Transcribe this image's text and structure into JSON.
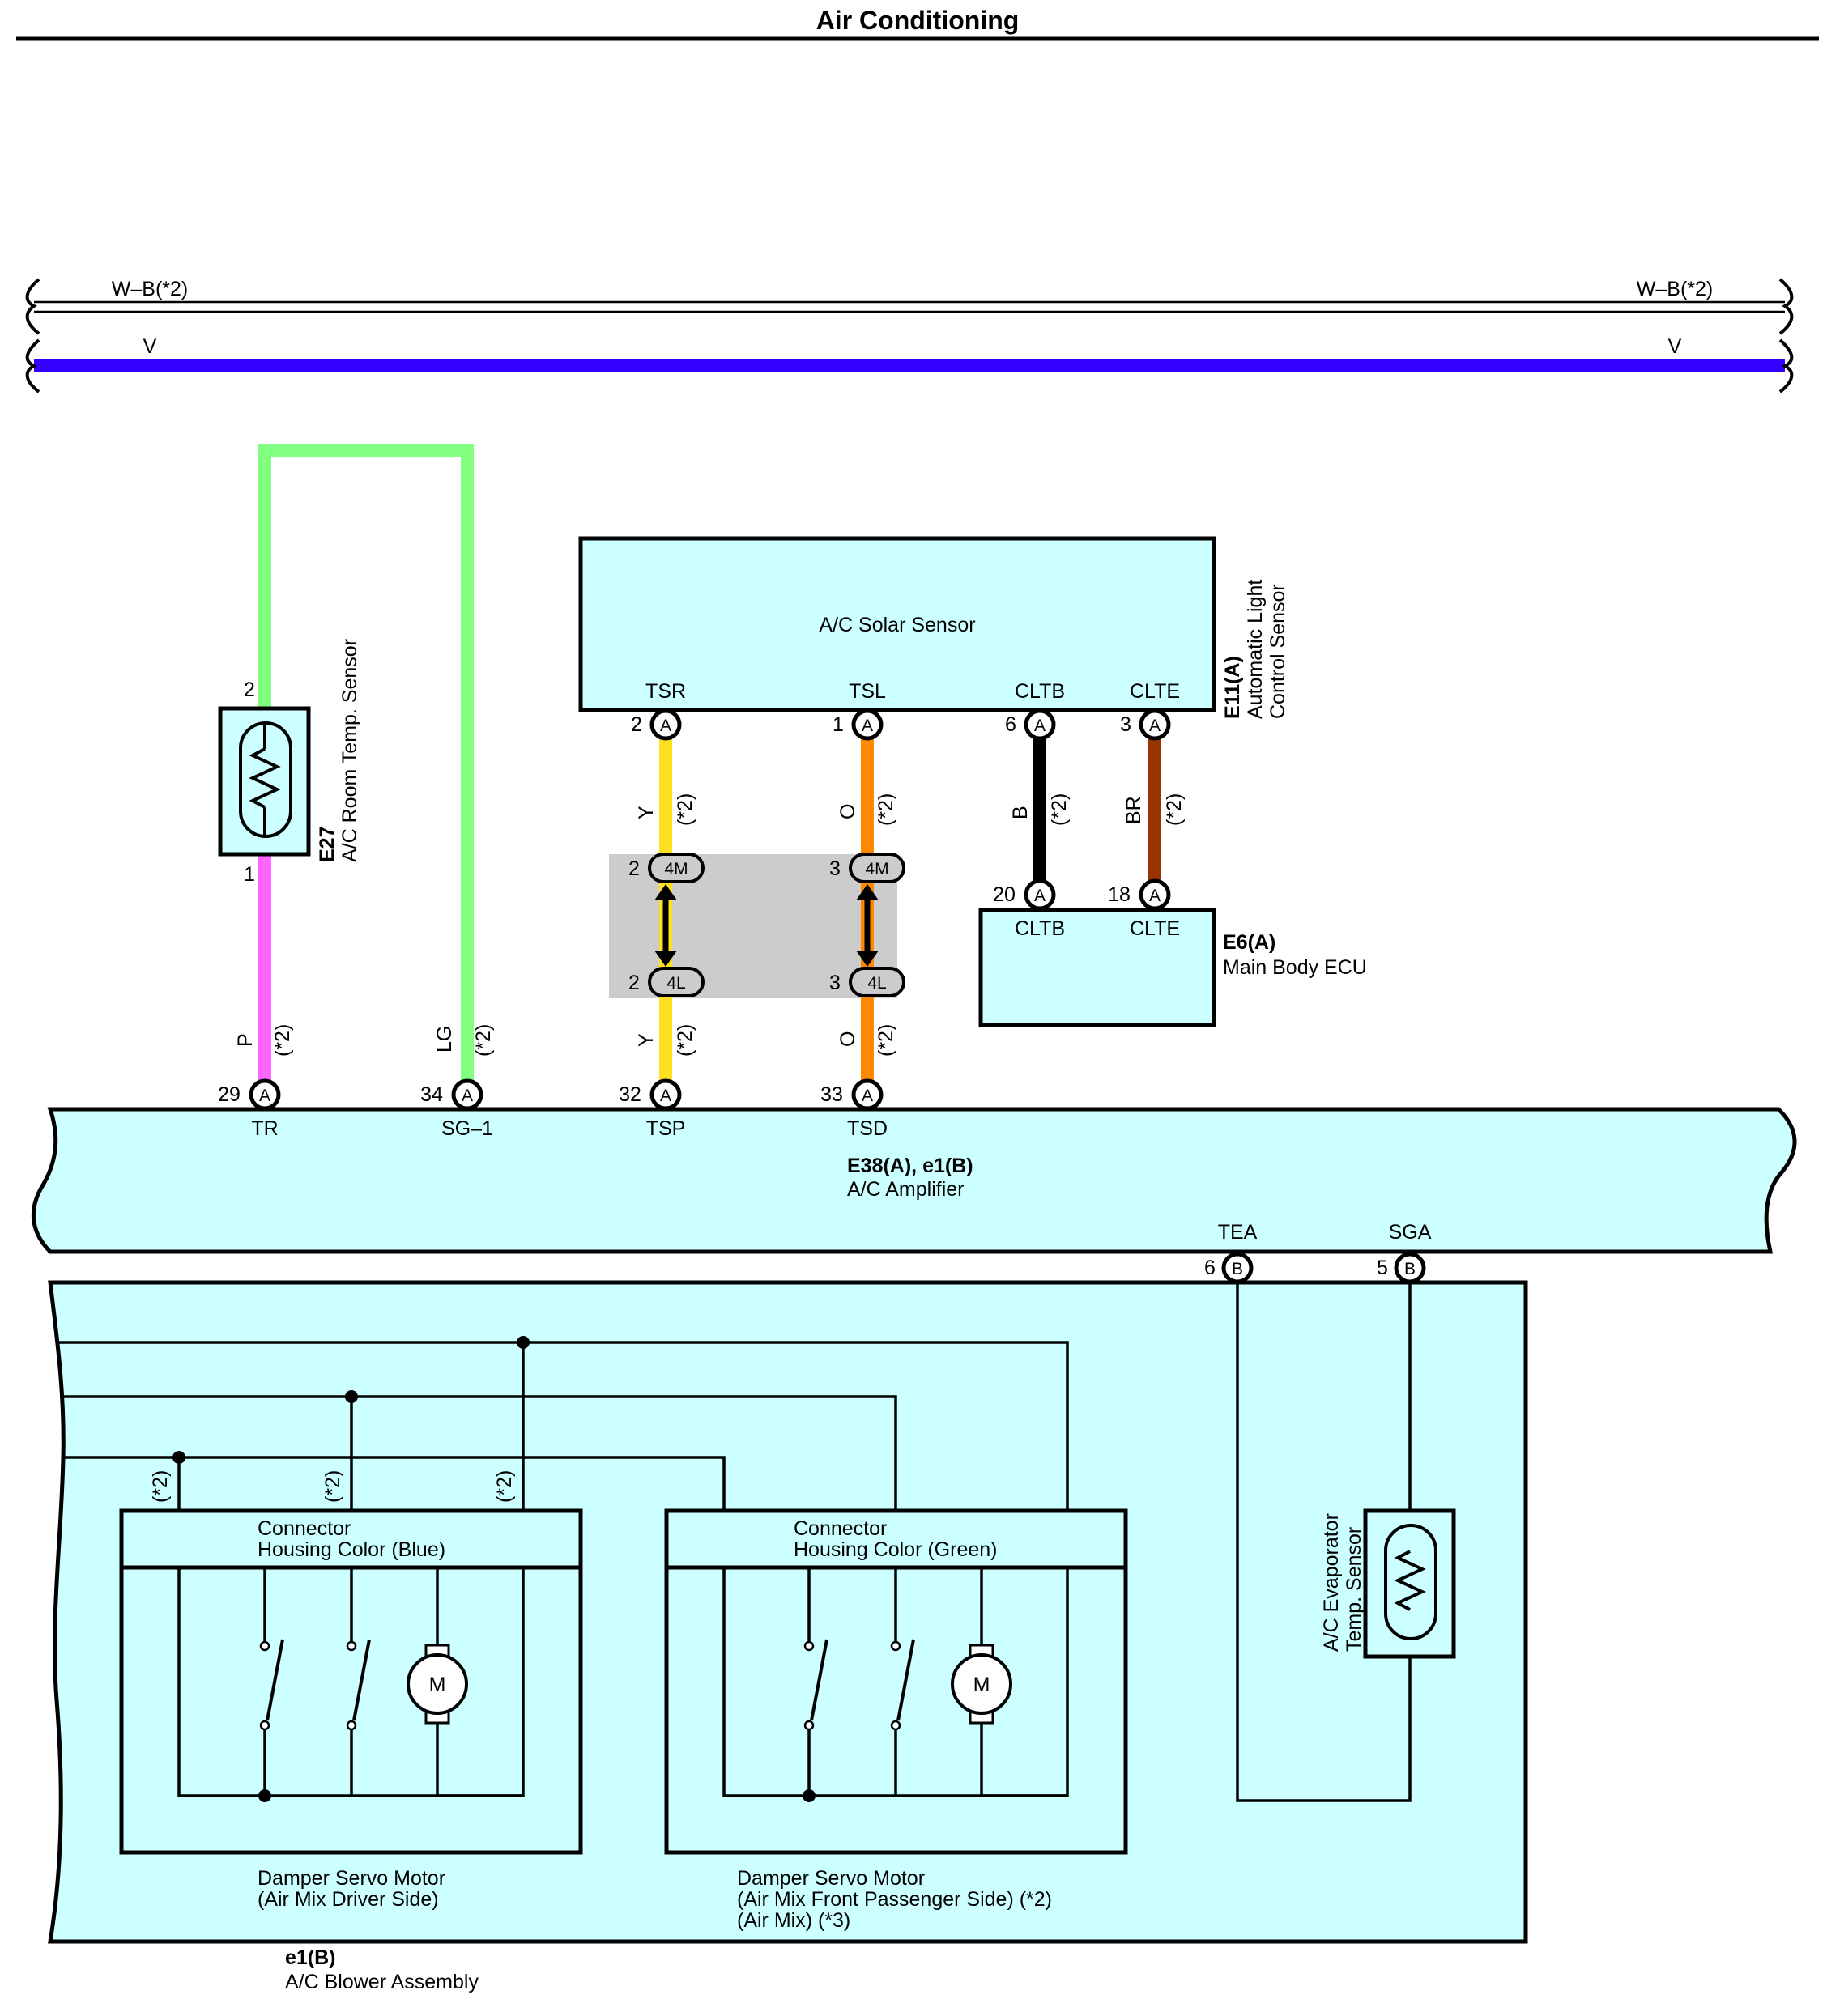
{
  "title": "Air Conditioning",
  "colors": {
    "component_fill": "#ccffff",
    "wire_V": "#3300ff",
    "wire_LG": "#80ff80",
    "wire_P": "#ff66ff",
    "wire_Y": "#ffe020",
    "wire_O": "#ff8800",
    "wire_B": "#000000",
    "wire_BR": "#993300",
    "junction_fill": "#cccccc"
  },
  "buses": {
    "wb_left": "W–B(*2)",
    "wb_right": "W–B(*2)",
    "v_left": "V",
    "v_right": "V"
  },
  "room_sensor": {
    "code": "E27",
    "name": "A/C Room Temp.  Sensor",
    "pin_top": "2",
    "pin_bottom": "1"
  },
  "solar_sensor": {
    "code": "E11(A)",
    "name": "A/C Solar Sensor",
    "subname_line1": "Automatic Light",
    "subname_line2": "Control Sensor",
    "terminals": [
      "TSR",
      "TSL",
      "CLTB",
      "CLTE"
    ],
    "pins": [
      "2",
      "1",
      "6",
      "3"
    ]
  },
  "main_body_ecu": {
    "code": "E6(A)",
    "name": "Main Body ECU",
    "terminals": [
      "CLTB",
      "CLTE"
    ],
    "pins": [
      "20",
      "18"
    ]
  },
  "junction": {
    "upper_connector": "4M",
    "lower_connector": "4L",
    "upper_pins": [
      "2",
      "3"
    ],
    "lower_pins": [
      "2",
      "3"
    ]
  },
  "wire_labels": {
    "p": "P",
    "lg": "LG",
    "y_upper": "Y",
    "o_upper": "O",
    "b": "B",
    "br": "BR",
    "y_lower": "Y",
    "o_lower": "O",
    "note": "(*2)"
  },
  "amplifier": {
    "code": "E38(A), e1(B)",
    "name": "A/C Amplifier",
    "terminals_top": [
      "TR",
      "SG–1",
      "TSP",
      "TSD"
    ],
    "pins_top": [
      "29",
      "34",
      "32",
      "33"
    ],
    "terminals_bottom": [
      "TEA",
      "SGA"
    ],
    "pins_bottom": [
      "6",
      "5"
    ]
  },
  "connector_letters": {
    "a": "A",
    "b": "B"
  },
  "blower": {
    "code": "e1(B)",
    "name": "A/C Blower Assembly",
    "motor_symbol": "M",
    "connector_blue_line1": "Connector",
    "connector_blue_line2": "Housing Color (Blue)",
    "connector_green_line1": "Connector",
    "connector_green_line2": "Housing Color (Green)",
    "driver_line1": "Damper Servo Motor",
    "driver_line2": "(Air Mix Driver Side)",
    "passenger_line1": "Damper Servo Motor",
    "passenger_line2": "(Air Mix Front Passenger Side) (*2)",
    "passenger_line3": "(Air Mix) (*3)",
    "evap_line1": "A/C Evaporator",
    "evap_line2": "Temp.  Sensor",
    "wire_notes": [
      "(*2)",
      "(*2)",
      "(*2)"
    ]
  }
}
